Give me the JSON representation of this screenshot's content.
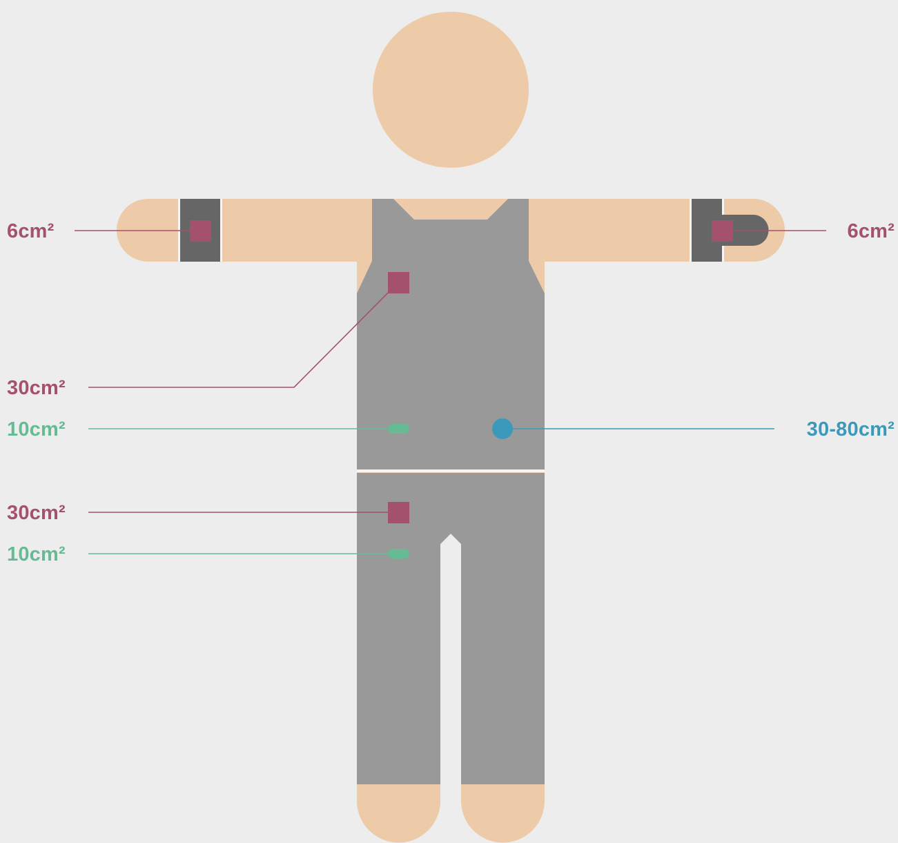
{
  "colors": {
    "background": "#eeeded",
    "skin": "#edcaa8",
    "garment": "#999999",
    "band": "#666666",
    "patch": "#a3516c",
    "sensor_small": "#66ba94",
    "sensor_round": "#3b99bc",
    "divider": "#f5f5f5"
  },
  "icons": {
    "patch": "square-marker",
    "small_sensor": "pill-marker",
    "round_sensor": "circle-marker"
  },
  "labels": {
    "left_wrist": "6cm²",
    "right_wrist": "6cm²",
    "chest": "30cm²",
    "waist_left": "10cm²",
    "waist_right": "30-80cm²",
    "thigh_patch": "30cm²",
    "thigh_sensor": "10cm²"
  }
}
